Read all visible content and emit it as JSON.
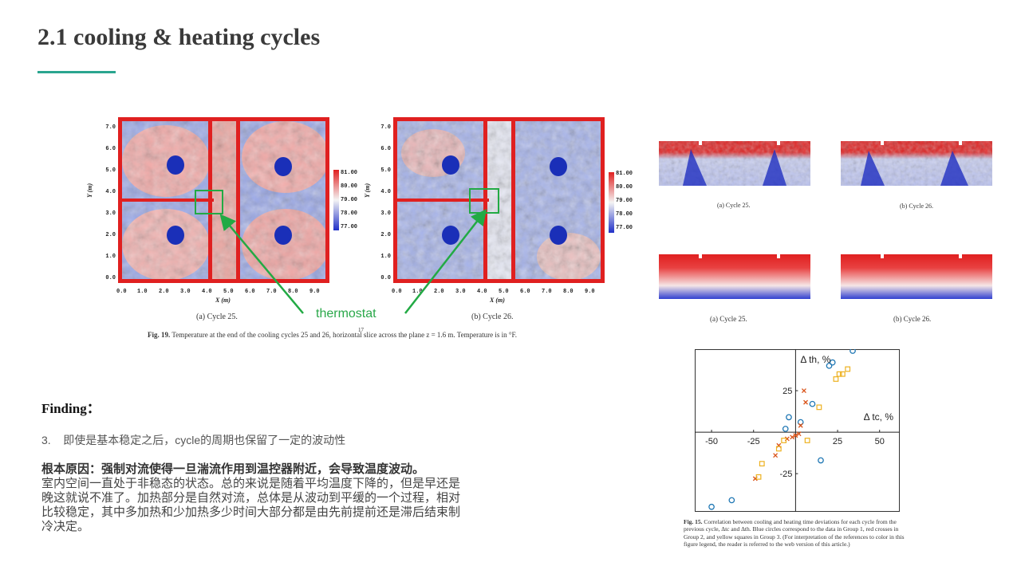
{
  "slide": {
    "title": "2.1 cooling & heating cycles"
  },
  "fig19": {
    "left_y_ticks": [
      "7.0",
      "6.0",
      "5.0",
      "4.0",
      "3.0",
      "2.0",
      "1.0",
      "0.0"
    ],
    "left_x_ticks": [
      "0.0",
      "1.0",
      "2.0",
      "3.0",
      "4.0",
      "5.0",
      "6.0",
      "7.0",
      "8.0",
      "9.0"
    ],
    "y_axis_label": "Y (m)",
    "x_axis_label": "X (m)",
    "colorbar_ticks": [
      "81.00",
      "80.00",
      "79.00",
      "78.00",
      "77.00"
    ],
    "subcaption_a": "(a) Cycle 25.",
    "subcaption_b": "(b) Cycle 26.",
    "annotation": "thermostat",
    "caption_label": "Fig. 19.",
    "caption_text": "Temperature at the end of the cooling cycles 25 and 26, horizontal slice across the plane z = 1.6 m. Temperature is in °F.",
    "marker_17": "17"
  },
  "right_panels": {
    "subcaption_a1": "(a) Cycle 25.",
    "subcaption_b1": "(b) Cycle 26.",
    "subcaption_a2": "(a) Cycle 25.",
    "subcaption_b2": "(b) Cycle 26."
  },
  "finding": {
    "heading": "Finding：",
    "item": "3.    即使是基本稳定之后，cycle的周期也保留了一定的波动性",
    "root_cause_bold": "根本原因：强制对流使得一旦湍流作用到温控器附近，会导致温度波动。",
    "root_cause_body": "室内空间一直处于非稳态的状态。总的来说是随着平均温度下降的，但是早还是晚这就说不准了。加热部分是自然对流，总体是从波动到平缓的一个过程，相对比较稳定，其中多加热和少加热多少时间大部分都是由先前提前还是滞后结束制冷决定。"
  },
  "fig15": {
    "caption_label": "Fig. 15.",
    "caption_text": "Correlation between cooling and heating time deviations for each cycle from the previous cycle, Δtc and Δth. Blue circles correspond to the data in Group 1, red crosses in Group 2, and yellow squares in Group 3. (For interpretation of the references to color in this figure legend, the reader is referred to the web version of this article.)"
  },
  "chart_data": {
    "type": "scatter",
    "x_ticks": [
      "-50",
      "-25",
      "25",
      "50"
    ],
    "y_ticks": [
      "25",
      "-25"
    ],
    "xlabel": "Δ tc, %",
    "ylabel": "Δ th, %",
    "xlim": [
      -60,
      62
    ],
    "ylim": [
      -48,
      50
    ],
    "colors": {
      "group1": "#1f77b4",
      "group2": "#d95319",
      "group3": "#edb120"
    },
    "series": [
      {
        "marker": "circle",
        "points": [
          [
            -50,
            -45
          ],
          [
            -38,
            -41
          ],
          [
            -6,
            2
          ],
          [
            -4,
            9
          ],
          [
            3,
            6
          ],
          [
            10,
            17
          ],
          [
            20,
            40
          ],
          [
            22,
            42
          ],
          [
            34,
            49
          ],
          [
            15,
            -17
          ]
        ]
      },
      {
        "marker": "cross",
        "points": [
          [
            -24,
            -28
          ],
          [
            -12,
            -14
          ],
          [
            -10,
            -8
          ],
          [
            -5,
            -4
          ],
          [
            -2,
            -3
          ],
          [
            0,
            -2
          ],
          [
            2,
            -1
          ],
          [
            3,
            4
          ],
          [
            5,
            25
          ],
          [
            6,
            18
          ]
        ]
      },
      {
        "marker": "square",
        "points": [
          [
            -22,
            -27
          ],
          [
            -20,
            -19
          ],
          [
            -10,
            -10
          ],
          [
            -7,
            -5
          ],
          [
            7,
            -5
          ],
          [
            14,
            15
          ],
          [
            24,
            32
          ],
          [
            26,
            35
          ],
          [
            28,
            35
          ],
          [
            31,
            38
          ]
        ]
      }
    ]
  }
}
